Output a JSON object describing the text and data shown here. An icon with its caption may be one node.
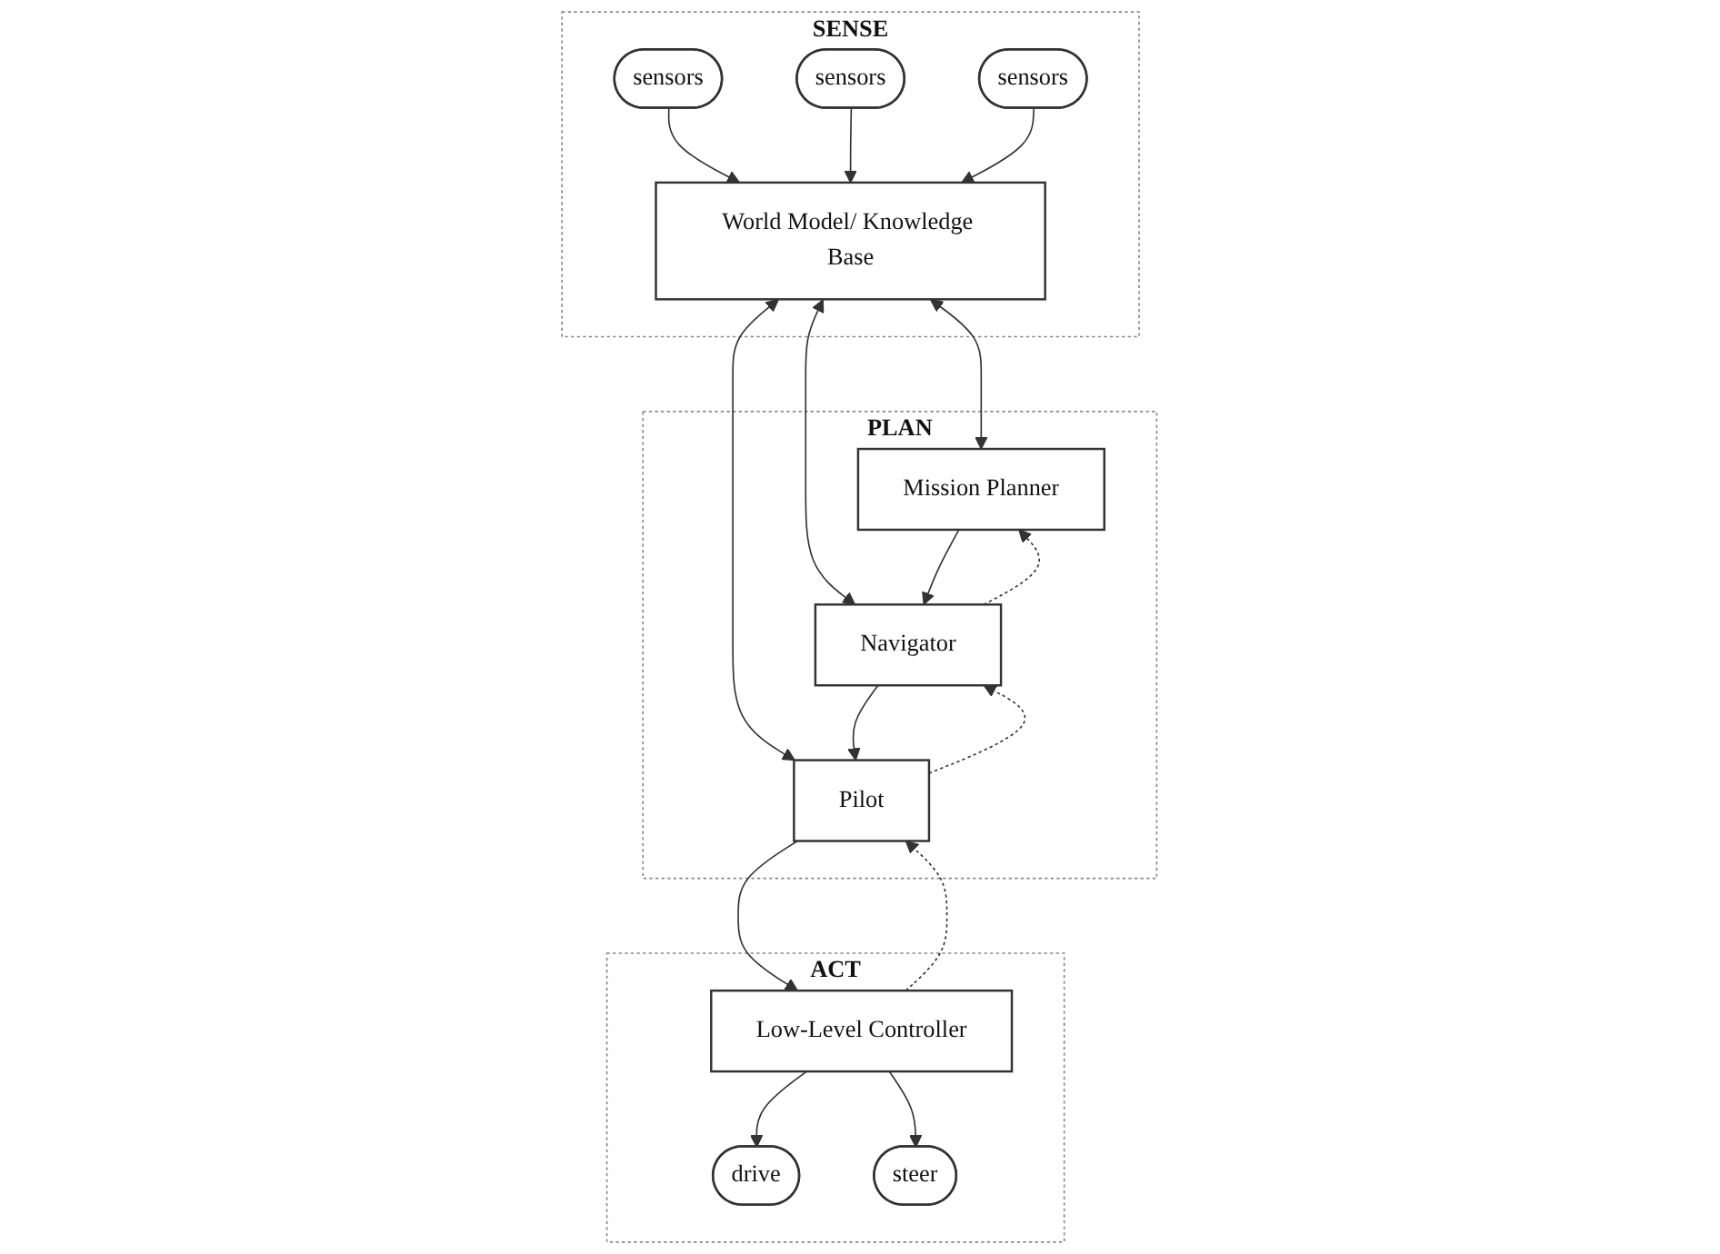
{
  "diagram": {
    "nodes": [
      {
        "text": [
          "SENSE"
        ]
      },
      {
        "text": [
          "World Model/ Knowledge Base"
        ],
        "in": 0
      },
      {
        "text": [
          "sensors"
        ],
        "in": 0
      },
      {
        "text": [
          "sensors"
        ],
        "in": 0
      },
      {
        "text": [
          "sensors"
        ],
        "in": 0
      },
      {
        "text": [
          "PLAN"
        ]
      },
      {
        "text": [
          "Mission Planner"
        ],
        "in": 5
      },
      {
        "text": [
          "Navigator"
        ],
        "in": 5
      },
      {
        "text": [
          "Pilot"
        ],
        "in": 5
      },
      {
        "text": [
          "ACT"
        ]
      },
      {
        "text": [
          "Low-Level Controller"
        ],
        "in": 9
      },
      {
        "text": [
          "drive"
        ],
        "in": 9
      },
      {
        "text": [
          "steer"
        ],
        "in": 9
      }
    ],
    "edges": [
      {
        "from": 1,
        "to": 6,
        "arrow": "both"
      },
      {
        "from": 1,
        "to": 7,
        "arrow": "both"
      },
      {
        "from": 1,
        "to": 8,
        "arrow": "both"
      },
      {
        "from": 6,
        "to": 7,
        "arrow": "to"
      },
      {
        "from": 7,
        "to": 6,
        "arrow": "to",
        "style": "dashed"
      },
      {
        "from": 7,
        "to": 8,
        "arrow": "to"
      },
      {
        "from": 8,
        "to": 7,
        "arrow": "to",
        "style": "dashed"
      },
      {
        "from": 8,
        "to": 10,
        "arrow": "to"
      },
      {
        "from": 10,
        "to": 8,
        "arrow": "to",
        "style": "dashed"
      },
      {
        "from": 2,
        "to": 1,
        "arrow": "to"
      },
      {
        "from": 3,
        "to": 1,
        "arrow": "to"
      },
      {
        "from": 4,
        "to": 1,
        "arrow": "to"
      },
      {
        "from": 10,
        "to": 11,
        "arrow": "to"
      },
      {
        "from": 10,
        "to": 12,
        "arrow": "to"
      }
    ]
  }
}
